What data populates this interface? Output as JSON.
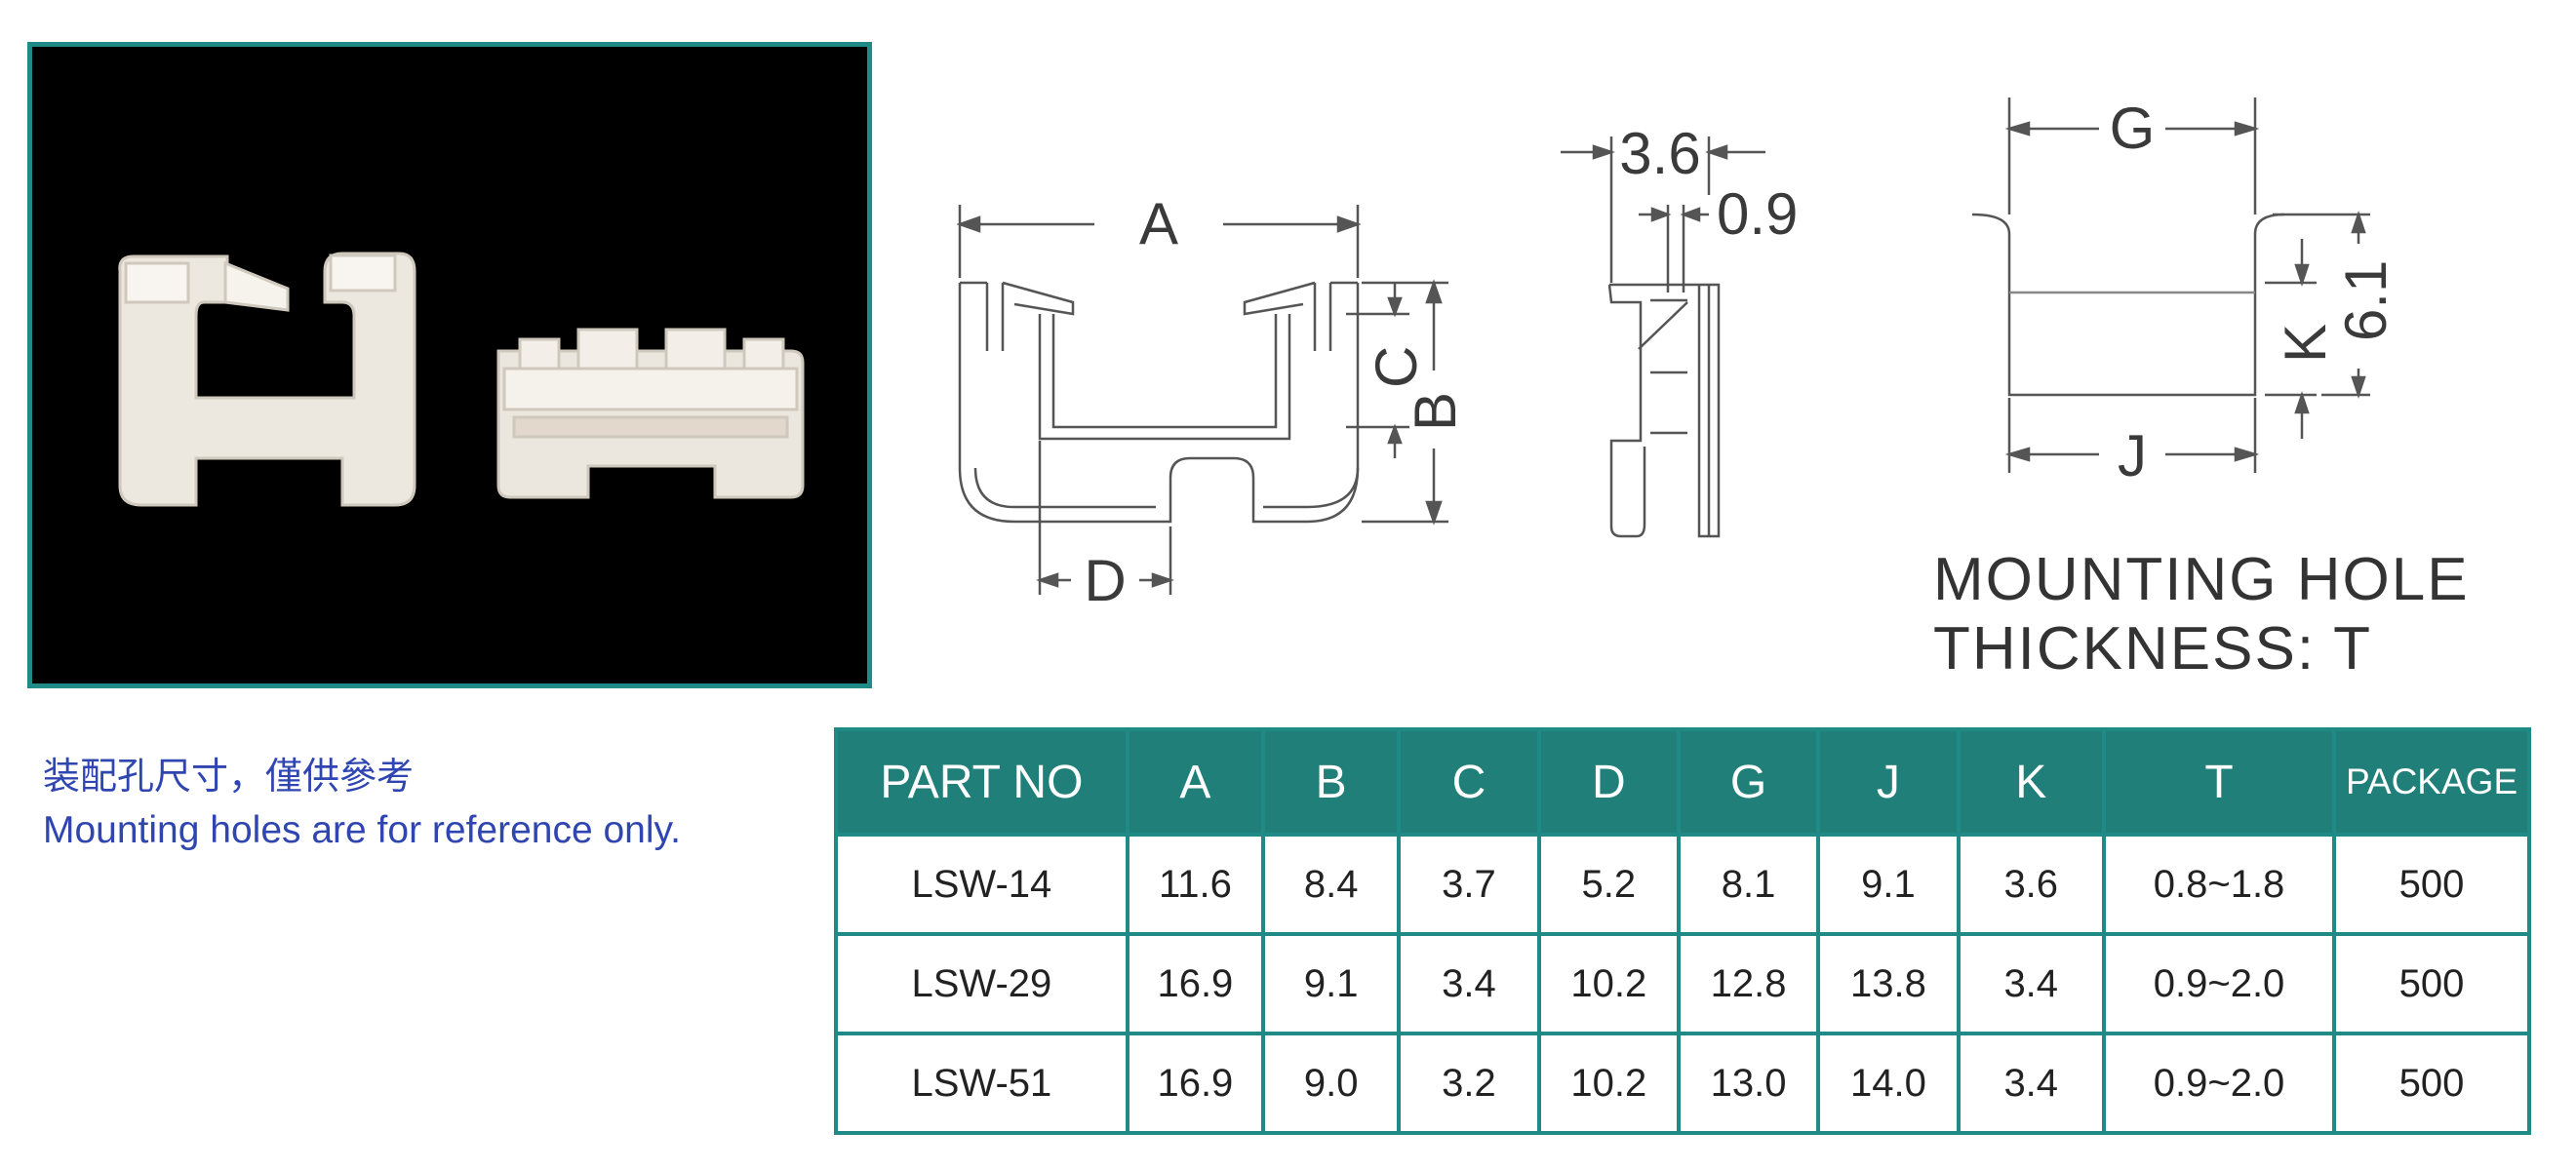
{
  "notes": {
    "cn": "装配孔尺寸，僅供參考",
    "en": "Mounting holes are for reference only."
  },
  "drawing": {
    "labels": {
      "A": "A",
      "B": "B",
      "C": "C",
      "D": "D",
      "G": "G",
      "J": "J",
      "K": "K",
      "dim_36": "3.6",
      "dim_09": "0.9",
      "dim_61": "6.1"
    },
    "caption_line1": "MOUNTING HOLE",
    "caption_line2": "THICKNESS: T"
  },
  "table": {
    "headers": [
      "PART NO",
      "A",
      "B",
      "C",
      "D",
      "G",
      "J",
      "K",
      "T",
      "PACKAGE"
    ],
    "rows": [
      [
        "LSW-14",
        "11.6",
        "8.4",
        "3.7",
        "5.2",
        "8.1",
        "9.1",
        "3.6",
        "0.8~1.8",
        "500"
      ],
      [
        "LSW-29",
        "16.9",
        "9.1",
        "3.4",
        "10.2",
        "12.8",
        "13.8",
        "3.4",
        "0.9~2.0",
        "500"
      ],
      [
        "LSW-51",
        "16.9",
        "9.0",
        "3.2",
        "10.2",
        "13.0",
        "14.0",
        "3.4",
        "0.9~2.0",
        "500"
      ]
    ]
  },
  "colors": {
    "teal": "#1f8a86",
    "header": "#217f7a",
    "note_blue": "#2f45b0"
  }
}
